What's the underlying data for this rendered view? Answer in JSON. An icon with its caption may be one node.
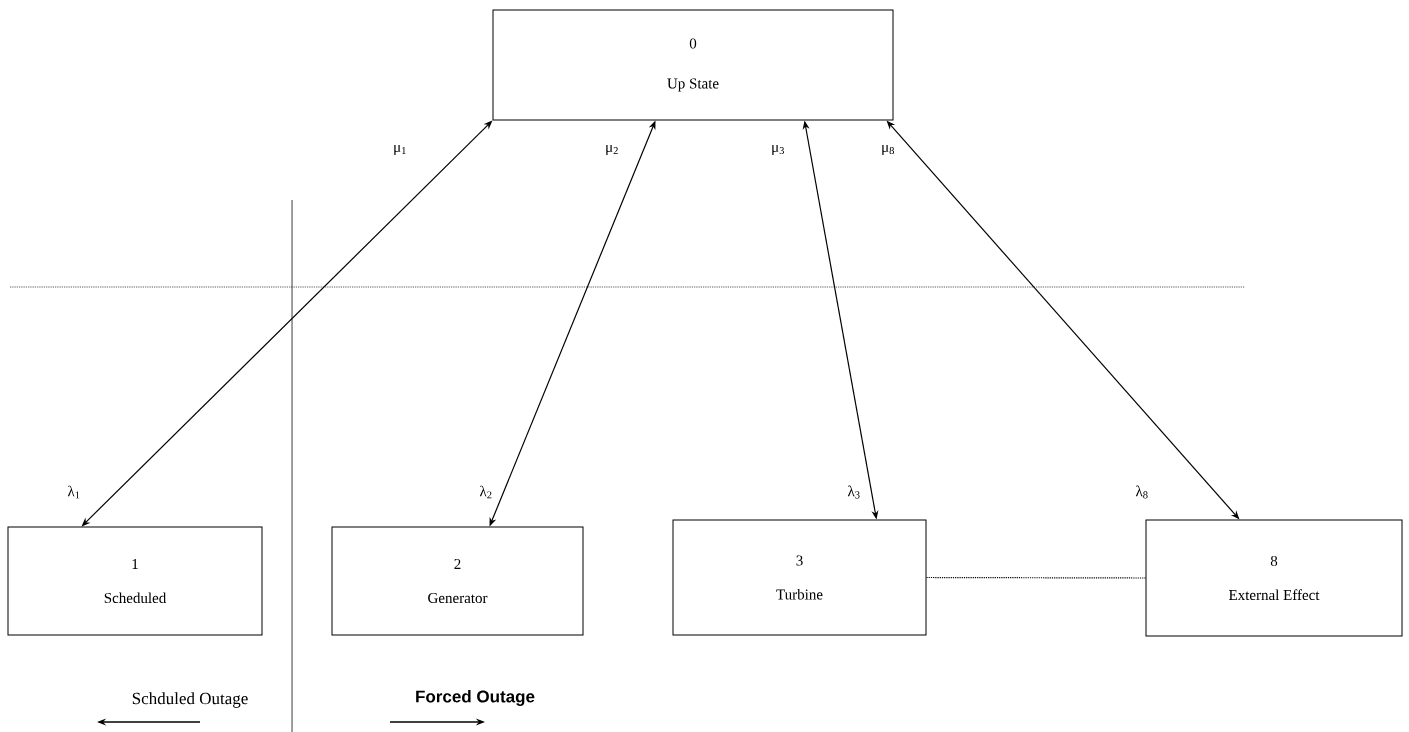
{
  "diagram": {
    "nodes": [
      {
        "text": [
          "0",
          "Up State"
        ]
      },
      {
        "text": [
          "1",
          "Scheduled"
        ]
      },
      {
        "text": [
          "2",
          "Generator"
        ]
      },
      {
        "text": [
          "3",
          "Turbine"
        ]
      },
      {
        "text": [
          "8",
          "External Effect"
        ]
      }
    ],
    "edges": [
      {
        "from": 0,
        "to": 1,
        "arrow": "both",
        "label": "μ$_{1}$"
      },
      {
        "from": 0,
        "to": 2,
        "arrow": "both",
        "label": "μ$_{2}$"
      },
      {
        "from": 0,
        "to": 3,
        "arrow": "both",
        "label": "μ$_{3}$"
      },
      {
        "from": 0,
        "to": 4,
        "arrow": "both",
        "label": "μ$_{8}$"
      },
      {
        "from": 3,
        "to": 4,
        "arrow": "none",
        "style": "dashed"
      }
    ],
    "labels": [
      "λ$_{1}$",
      "λ$_{2}$",
      "λ$_{3}$",
      "λ$_{8}$",
      "Schduled Outage",
      "Forced Outage"
    ]
  }
}
